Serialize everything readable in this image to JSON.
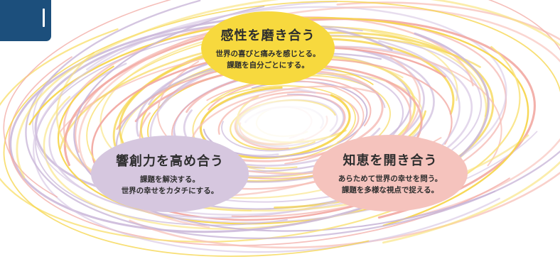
{
  "circles": [
    {
      "id": "kansei",
      "title": "感性を磨き合う",
      "lines": [
        "世界の喜びと痛みを感じとる。",
        "課題を自分ごとにする。"
      ],
      "color": "#f7d93e"
    },
    {
      "id": "kyoso",
      "title": "響創力を高め合う",
      "lines": [
        "課題を解決する。",
        "世界の幸せをカタチにする。"
      ],
      "color": "#d6c7df"
    },
    {
      "id": "chie",
      "title": "知恵を開き合う",
      "lines": [
        "あらためて世界の幸せを問う。",
        "課題を多様な視点で捉える。"
      ],
      "color": "#f5c3bd"
    }
  ],
  "colors": {
    "badge": "#1c4f7c",
    "swirl": [
      "#f6d54a",
      "#f2a9a3",
      "#c9b6d8",
      "#f9e27a",
      "#f7c0b8",
      "#d9c9e4"
    ]
  },
  "icons": {
    "badge": "section-marker-icon"
  }
}
